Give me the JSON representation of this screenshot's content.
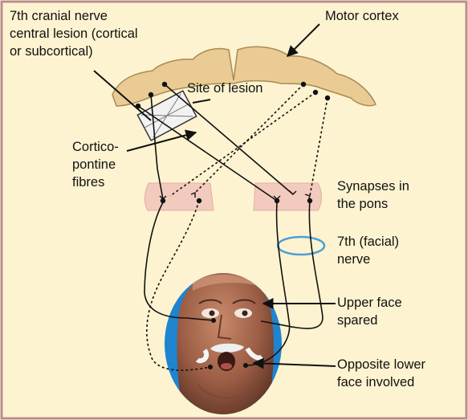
{
  "labels": {
    "lesion_type_1": "7th cranial nerve",
    "lesion_type_2": "central lesion (cortical",
    "lesion_type_3": "or subcortical)",
    "motor_cortex": "Motor cortex",
    "site_of_lesion": "Site of lesion",
    "corticopontine_1": "Cortico-",
    "corticopontine_2": "pontine",
    "corticopontine_3": "fibres",
    "synapses_1": "Synapses in",
    "synapses_2": "the pons",
    "facial_nerve_1": "7th (facial)",
    "facial_nerve_2": "nerve",
    "upper_face_1": "Upper face",
    "upper_face_2": "spared",
    "lower_face_1": "Opposite lower",
    "lower_face_2": "face involved"
  },
  "colors": {
    "background": "#FDF3D0",
    "border": "#B98F88",
    "cortex_fill": "#EACB93",
    "cortex_stroke": "#A88A55",
    "pons_fill": "#F2CBBE",
    "nerve_ring": "#4A9FD6",
    "oval_bg": "#1E84D0",
    "line": "#111111"
  }
}
